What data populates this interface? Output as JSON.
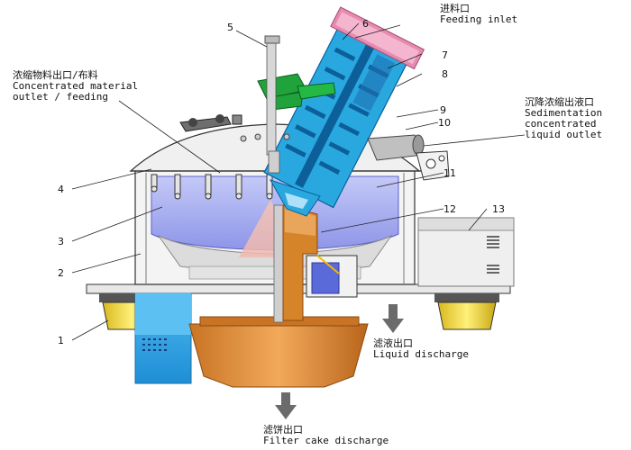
{
  "labels": {
    "feeding_inlet": {
      "cn": "进料口",
      "en": "Feeding inlet"
    },
    "concentrated_outlet": {
      "cn": "浓缩物料出口/布料",
      "en1": "Concentrated material",
      "en2": "outlet / feeding"
    },
    "sedimentation_outlet": {
      "cn": "沉降浓缩出液口",
      "en1": "Sedimentation",
      "en2": "concentrated",
      "en3": "liquid outlet"
    },
    "liquid_discharge": {
      "cn": "滤液出口",
      "en": "Liquid discharge"
    },
    "filter_cake_discharge": {
      "cn": "滤饼出口",
      "en": "Filter cake discharge"
    }
  },
  "part_numbers": [
    "1",
    "2",
    "3",
    "4",
    "5",
    "6",
    "7",
    "8",
    "9",
    "10",
    "11",
    "12",
    "13"
  ],
  "colors": {
    "blue_body": "#29a8e0",
    "pink": "#e98ab0",
    "green": "#1fa33a",
    "orange": "#d6842a",
    "yellow": "#f5dd3a",
    "lavender": "#9fa6f0",
    "grey": "#b8b8b8"
  }
}
